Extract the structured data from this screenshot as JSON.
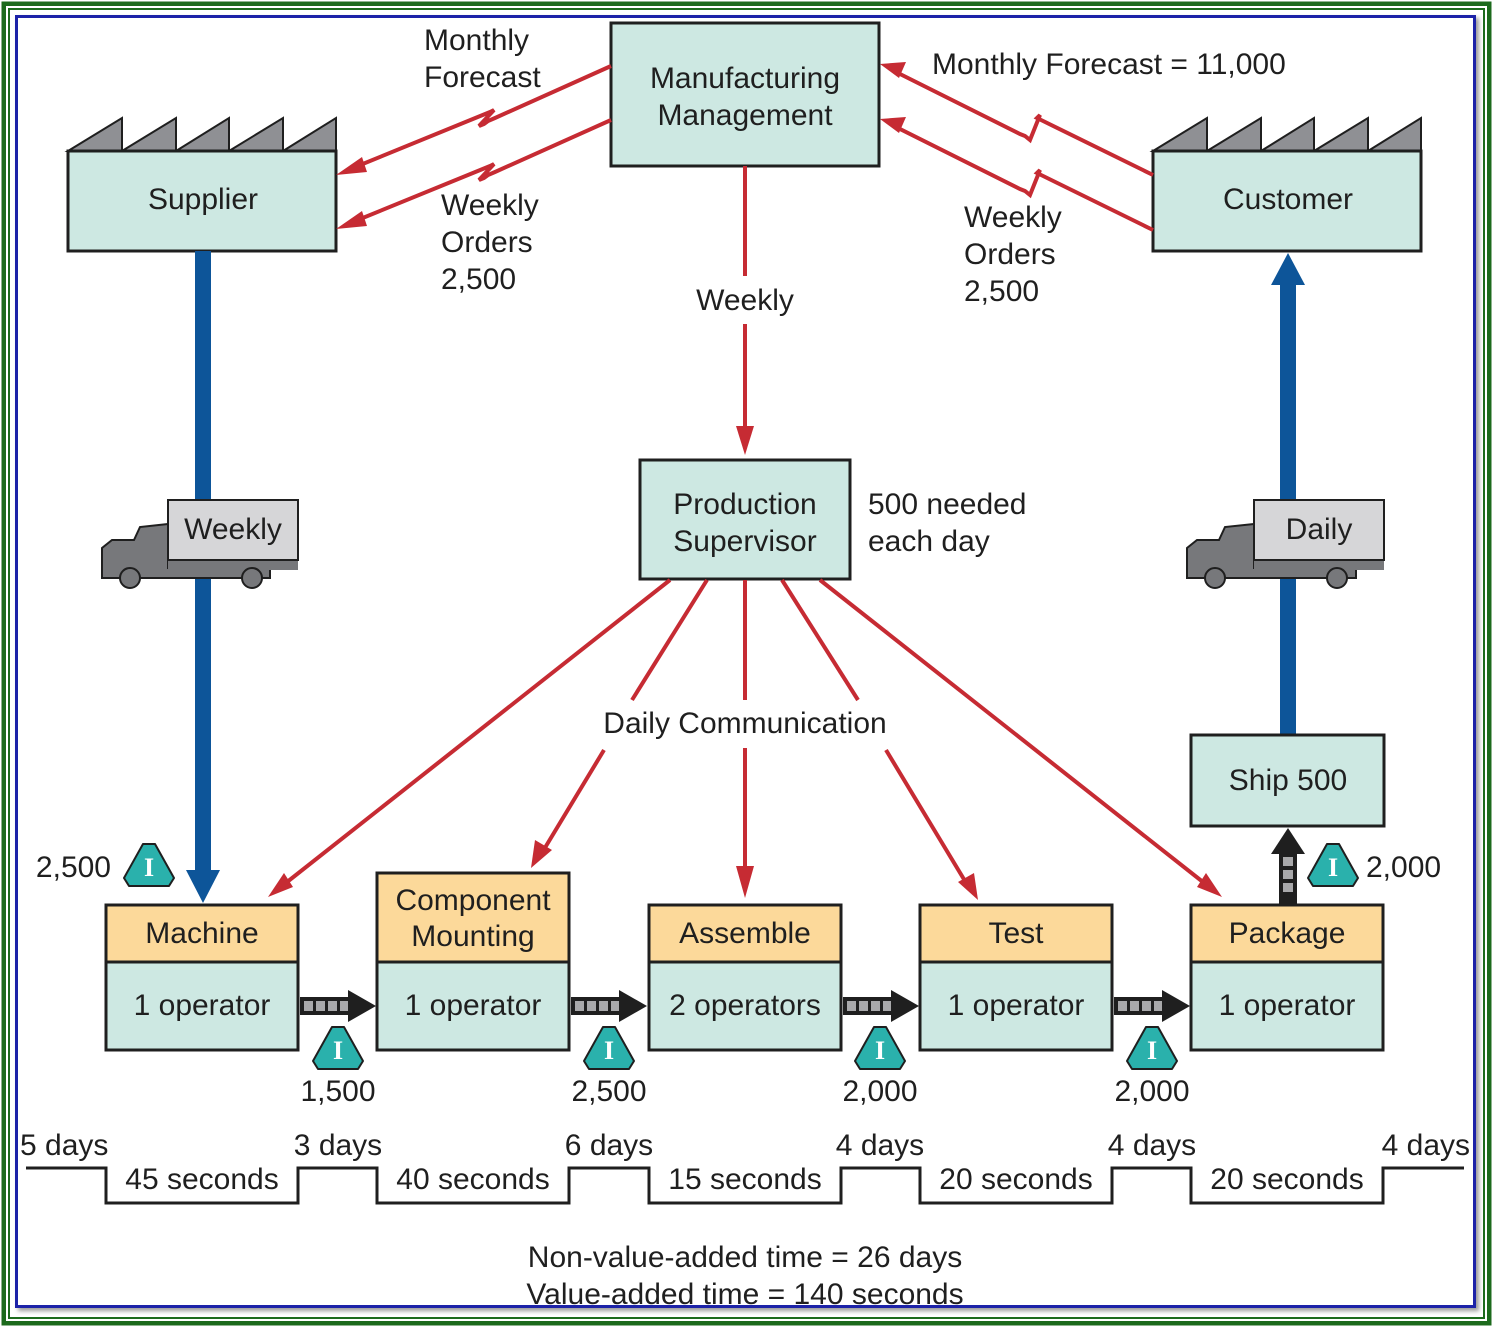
{
  "diagram": {
    "type": "value-stream-map",
    "nodes": {
      "supplier": "Supplier",
      "customer": "Customer",
      "management": [
        "Manufacturing",
        "Management"
      ],
      "supervisor": [
        "Production",
        "Supervisor"
      ],
      "supervisor_note": [
        "500 needed",
        "each day"
      ],
      "ship": "Ship 500"
    },
    "info_flows": {
      "mgmt_to_supplier_forecast": [
        "Monthly",
        "Forecast"
      ],
      "mgmt_to_supplier_orders": [
        "Weekly",
        "Orders",
        "2,500"
      ],
      "customer_to_mgmt_forecast": "Monthly Forecast = 11,000",
      "customer_to_mgmt_orders": [
        "Weekly",
        "Orders",
        "2,500"
      ],
      "mgmt_to_supervisor": "Weekly",
      "supervisor_to_processes": "Daily Communication"
    },
    "shipments": {
      "inbound": "Weekly",
      "outbound": "Daily"
    },
    "inventory_icon_letter": "I",
    "inventory": {
      "raw": "2,500",
      "after_machine": "1,500",
      "after_component": "2,500",
      "after_assemble": "2,000",
      "after_test": "2,000",
      "after_package": "2,000"
    },
    "processes": [
      {
        "name": [
          "Machine"
        ],
        "operators": "1 operator"
      },
      {
        "name": [
          "Component",
          "Mounting"
        ],
        "operators": "1 operator"
      },
      {
        "name": [
          "Assemble"
        ],
        "operators": "2 operators"
      },
      {
        "name": [
          "Test"
        ],
        "operators": "1 operator"
      },
      {
        "name": [
          "Package"
        ],
        "operators": "1 operator"
      }
    ],
    "timeline": {
      "wait_times": [
        "5 days",
        "3 days",
        "6 days",
        "4 days",
        "4 days",
        "4 days"
      ],
      "process_times": [
        "45 seconds",
        "40 seconds",
        "15 seconds",
        "20 seconds",
        "20 seconds"
      ]
    },
    "summary": {
      "non_value_added": "Non-value-added time = 26 days",
      "value_added": "Value-added time = 140 seconds"
    }
  }
}
